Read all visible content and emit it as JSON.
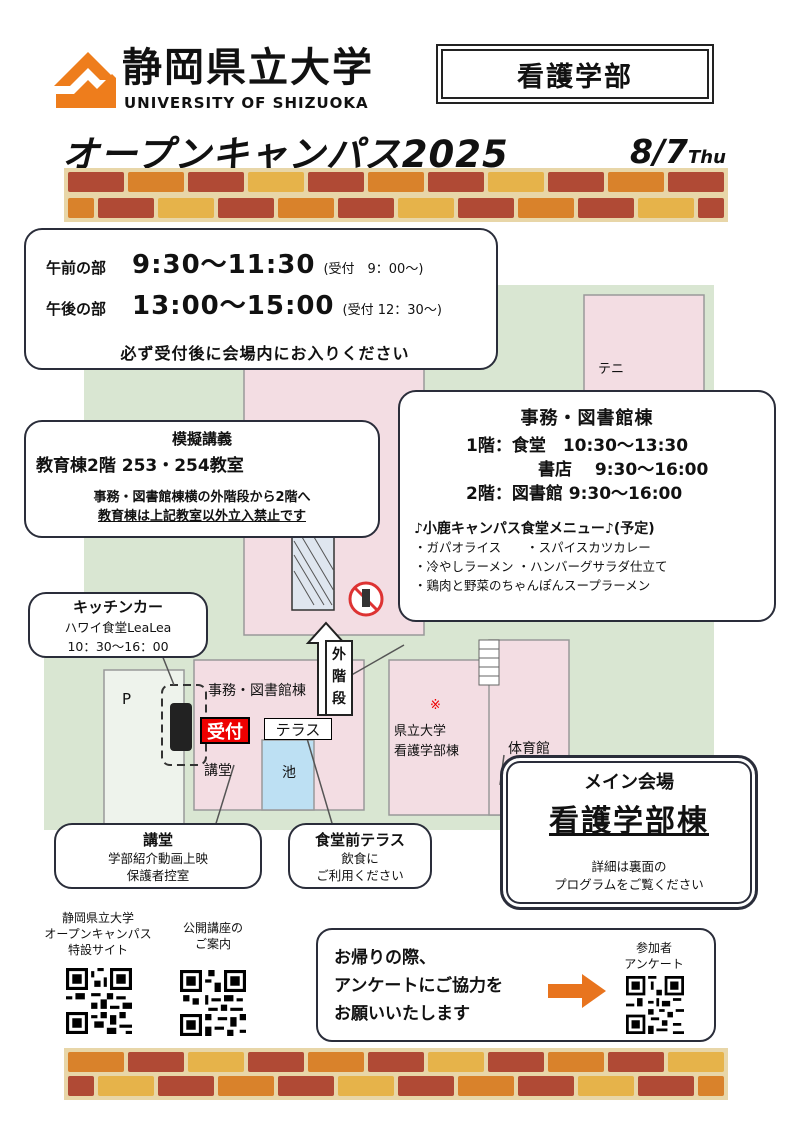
{
  "header": {
    "university_jp": "静岡県立大学",
    "university_en": "UNIVERSITY OF SHIZUOKA",
    "faculty": "看護学部",
    "event_title": "オープンキャンパス2025",
    "date": "8/7",
    "day": "Thu"
  },
  "schedule": {
    "morning_label": "午前の部",
    "morning_time": "9:30～11:30",
    "morning_reception": "(受付　9：00～)",
    "afternoon_label": "午後の部",
    "afternoon_time": "13:00～15:00",
    "afternoon_reception": "(受付 12：30～)",
    "notice": "必ず受付後に会場内にお入りください"
  },
  "lecture": {
    "title": "模擬講義",
    "room": "教育棟2階 253・254教室",
    "note": "事務・図書館棟横の外階段から2階へ",
    "warning": "教育棟は上記教室以外立入禁止です"
  },
  "office_building": {
    "title": "事務・図書館棟",
    "line1": "1階：食堂　10:30～13:30",
    "line2": "書店　 9:30～16:00",
    "line3": "2階：図書館 9:30～16:00",
    "menu_title": "♪小鹿キャンパス食堂メニュー♪(予定)",
    "menu_line1": "・ガパオライス　　・スパイスカツカレー",
    "menu_line2": "・冷やしラーメン ・ハンバーグサラダ仕立て",
    "menu_line3": "・鶏肉と野菜のちゃんぽんスープラーメン"
  },
  "kitchen_car": {
    "title": "キッチンカー",
    "name": "ハワイ食堂LeaLea",
    "hours": "10：30～16：00"
  },
  "hall": {
    "title": "講堂",
    "line1": "学部紹介動画上映",
    "line2": "保護者控室"
  },
  "terrace": {
    "title": "食堂前テラス",
    "line1": "飲食に",
    "line2": "ご利用ください"
  },
  "main_venue": {
    "label": "メイン会場",
    "title": "看護学部棟",
    "note1": "詳細は裏面の",
    "note2": "プログラムをご覧ください"
  },
  "map": {
    "parking": "P",
    "office_building": "事務・図書館棟",
    "reception": "受付",
    "terrace": "テラス",
    "auditorium": "講堂",
    "pond": "池",
    "nursing_line1": "県立大学",
    "nursing_line2": "看護学部棟",
    "mark": "※",
    "gym": "体育館",
    "tennis": "テニ",
    "stairs_line1": "外",
    "stairs_line2": "階",
    "stairs_line3": "段"
  },
  "qr": {
    "site_line1": "静岡県立大学",
    "site_line2": "オープンキャンパス",
    "site_line3": "特設サイト",
    "lecture_line1": "公開講座の",
    "lecture_line2": "ご案内"
  },
  "survey": {
    "line1": "お帰りの際、",
    "line2": "アンケートにご協力を",
    "line3": "お願いいたします",
    "label_line1": "参加者",
    "label_line2": "アンケート"
  },
  "colors": {
    "logo_orange": "#ee7d1c",
    "brick_red": "#b04a35",
    "brick_orange": "#d9822b",
    "brick_yellow": "#e6b34a",
    "mortar": "#e8d6a8",
    "map_pink": "#f3dde3",
    "map_green": "#d9e6d2",
    "pond_blue": "#bde0f3",
    "reception_red": "#e60012",
    "arrow_orange": "#e8741e"
  }
}
